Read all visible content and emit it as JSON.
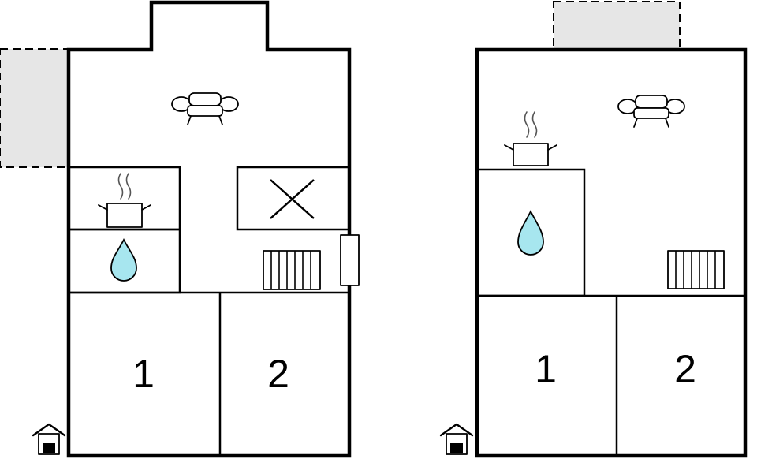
{
  "floors": [
    {
      "id": "floor-1",
      "rooms": [
        {
          "id": "bedroom-1",
          "label": "1"
        },
        {
          "id": "bedroom-2",
          "label": "2"
        }
      ],
      "icons": [
        "sofa-icon",
        "cooking-pot-icon",
        "water-drop-icon",
        "fireplace-x-icon",
        "radiator-icon",
        "entrance-house-icon"
      ]
    },
    {
      "id": "floor-2",
      "rooms": [
        {
          "id": "bedroom-1",
          "label": "1"
        },
        {
          "id": "bedroom-2",
          "label": "2"
        }
      ],
      "icons": [
        "sofa-icon",
        "cooking-pot-icon",
        "water-drop-icon",
        "radiator-icon",
        "entrance-house-icon"
      ]
    }
  ],
  "colors": {
    "wall": "#000000",
    "terrace_fill": "#e6e6e6",
    "water": "#a7e6ef",
    "background": "#ffffff"
  }
}
